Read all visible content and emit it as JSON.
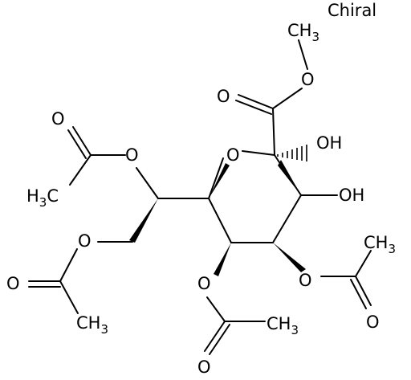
{
  "molecule": {
    "stereo_label": "Chiral",
    "atoms": {
      "methyl_top": {
        "main": "CH",
        "sub": "3"
      },
      "ester_o_top": {
        "text": "O"
      },
      "carbonyl_o_top": {
        "text": "O"
      },
      "oh_anomeric": {
        "text": "OH"
      },
      "oh_c3": {
        "text": "OH"
      },
      "ring_o": {
        "text": "O"
      },
      "oac_c7_o": {
        "text": "O"
      },
      "oac_c7_carbonyl": {
        "text": "O"
      },
      "oac_c7_methyl": {
        "main": "H",
        "sub": "3",
        "tail": "C"
      },
      "oac_c8_o": {
        "text": "O"
      },
      "oac_c8_carbonyl": {
        "text": "O"
      },
      "oac_c8_methyl": {
        "main": "CH",
        "sub": "3"
      },
      "oac_c5_o": {
        "text": "O"
      },
      "oac_c5_carbonyl": {
        "text": "O"
      },
      "oac_c5_methyl": {
        "main": "CH",
        "sub": "3"
      },
      "oac_c4_o": {
        "text": "O"
      },
      "oac_c4_carbonyl": {
        "text": "O"
      },
      "oac_c4_methyl": {
        "main": "CH",
        "sub": "3"
      }
    }
  }
}
